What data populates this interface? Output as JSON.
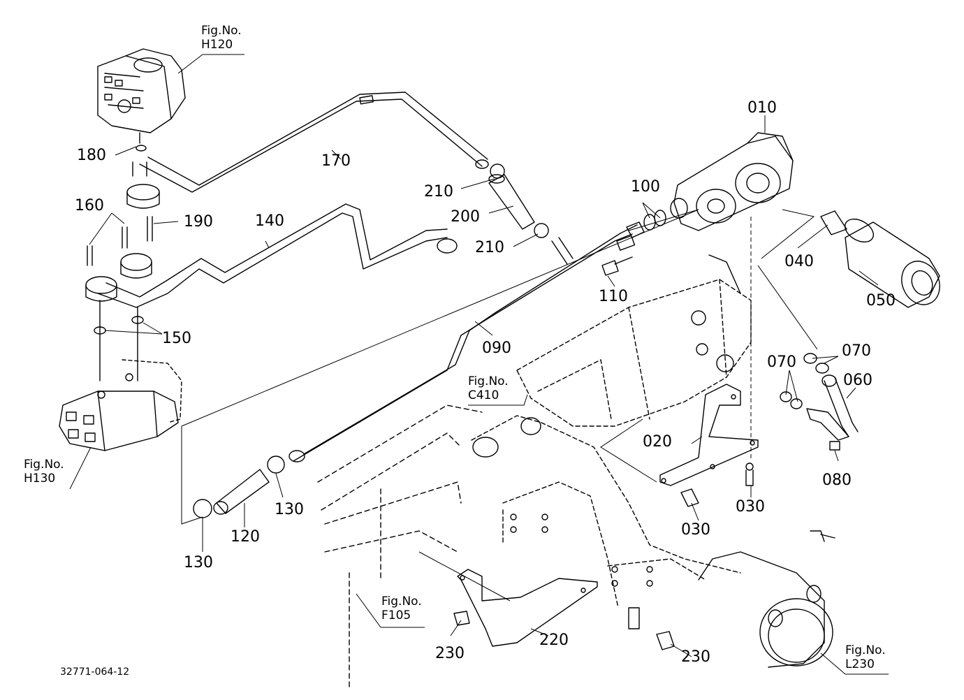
{
  "figure_refs": [
    {
      "id": "h120",
      "fig": "Fig.No.",
      "code": "H120"
    },
    {
      "id": "h130",
      "fig": "Fig.No.",
      "code": "H130"
    },
    {
      "id": "c410",
      "fig": "Fig.No.",
      "code": "C410"
    },
    {
      "id": "f105",
      "fig": "Fig.No.",
      "code": "F105"
    },
    {
      "id": "l230",
      "fig": "Fig.No.",
      "code": "L230"
    }
  ],
  "callouts": [
    "010",
    "020",
    "030",
    "030",
    "040",
    "050",
    "060",
    "070",
    "070",
    "080",
    "090",
    "100",
    "110",
    "120",
    "130",
    "130",
    "140",
    "150",
    "160",
    "170",
    "180",
    "190",
    "200",
    "210",
    "210",
    "220",
    "230",
    "230"
  ],
  "doc_id": "32771-064-12"
}
